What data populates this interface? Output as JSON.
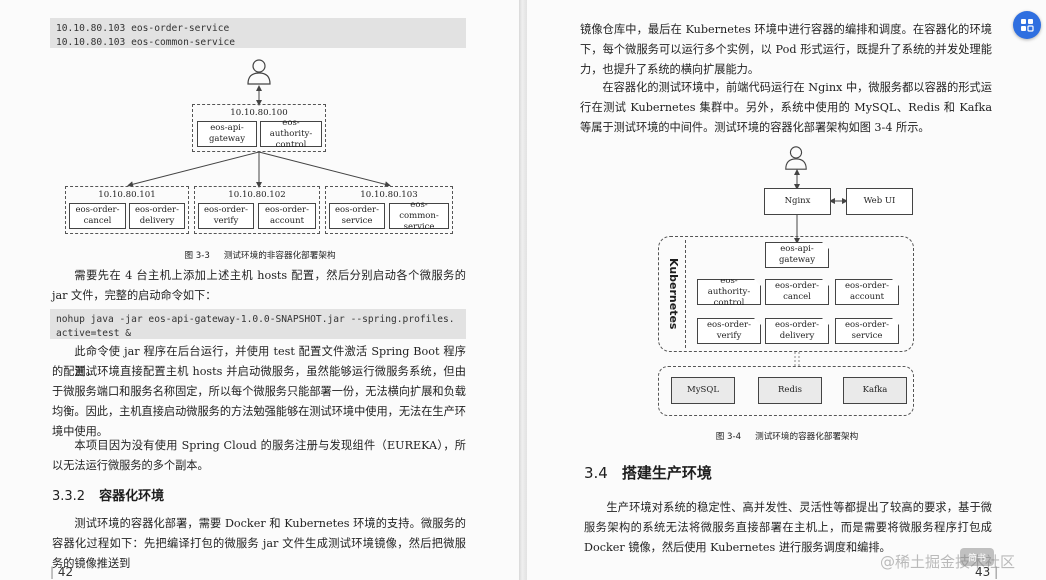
{
  "left_page": {
    "code_top": [
      "10.10.80.103 eos-order-service",
      "10.10.80.103 eos-common-service"
    ],
    "fig33": {
      "caption_num": "图 3-3",
      "caption_text": "测试环境的非容器化部署架构",
      "gateway_host": {
        "ip": "10.10.80.100",
        "services": [
          "eos-api-gateway",
          "eos-authority-control"
        ]
      },
      "hosts": [
        {
          "ip": "10.10.80.101",
          "services": [
            "eos-order-cancel",
            "eos-order-delivery"
          ]
        },
        {
          "ip": "10.10.80.102",
          "services": [
            "eos-order-verify",
            "eos-order-account"
          ]
        },
        {
          "ip": "10.10.80.103",
          "services": [
            "eos-order-service",
            "eos-common-service"
          ]
        }
      ]
    },
    "para1": "需要先在 4 台主机上添加上述主机 hosts 配置，然后分别启动各个微服务的 jar 文件，完整的启动命令如下：",
    "code_cmd": [
      "nohup java -jar eos-api-gateway-1.0.0-SNAPSHOT.jar --spring.profiles.",
      "active=test &"
    ],
    "para2": "此命令使 jar 程序在后台运行，并使用 test 配置文件激活 Spring Boot 程序的配置。",
    "para3": "测试环境直接配置主机 hosts 并启动微服务，虽然能够运行微服务系统，但由于微服务端口和服务名称固定，所以每个微服务只能部署一份，无法横向扩展和负载均衡。因此，主机直接启动微服务的方法勉强能够在测试环境中使用，无法在生产环境中使用。",
    "para4": "本项目因为没有使用 Spring Cloud 的服务注册与发现组件（EUREKA），所以无法运行微服务的多个副本。",
    "section_num": "3.3.2",
    "section_title": "容器化环境",
    "para5": "测试环境的容器化部署，需要 Docker 和 Kubernetes 环境的支持。微服务的容器化过程如下：先把编译打包的微服务 jar 文件生成测试环境镜像，然后把微服务的镜像推送到",
    "page_number": "42"
  },
  "right_page": {
    "para1": "镜像仓库中，最后在 Kubernetes 环境中进行容器的编排和调度。在容器化的环境下，每个微服务可以运行多个实例，以 Pod 形式运行，既提升了系统的并发处理能力，也提升了系统的横向扩展能力。",
    "para2": "在容器化的测试环境中，前端代码运行在 Nginx 中，微服务都以容器的形式运行在测试 Kubernetes 集群中。另外，系统中使用的 MySQL、Redis 和 Kafka 等属于测试环境的中间件。测试环境的容器化部署架构如图 3-4 所示。",
    "fig34": {
      "caption_num": "图 3-4",
      "caption_text": "测试环境的容器化部署架构",
      "nginx": "Nginx",
      "webui": "Web UI",
      "k8s_label": "Kubernetes",
      "gateway": "eos-api-gateway",
      "services": [
        "eos-authority-control",
        "eos-order-cancel",
        "eos-order-account",
        "eos-order-verify",
        "eos-order-delivery",
        "eos-order-service"
      ],
      "middleware": [
        "MySQL",
        "Redis",
        "Kafka"
      ]
    },
    "section_num": "3.4",
    "section_title": "搭建生产环境",
    "para3": "生产环境对系统的稳定性、高并发性、灵活性等都提出了较高的要求，基于微服务架构的系统无法将微服务直接部署在主机上，而是需要将微服务程序打包成 Docker 镜像，然后使用 Kubernetes 进行服务调度和编排。",
    "page_number": "43"
  },
  "overlay": {
    "watermark": "@稀土掘金技术社区",
    "badge": "简书"
  }
}
